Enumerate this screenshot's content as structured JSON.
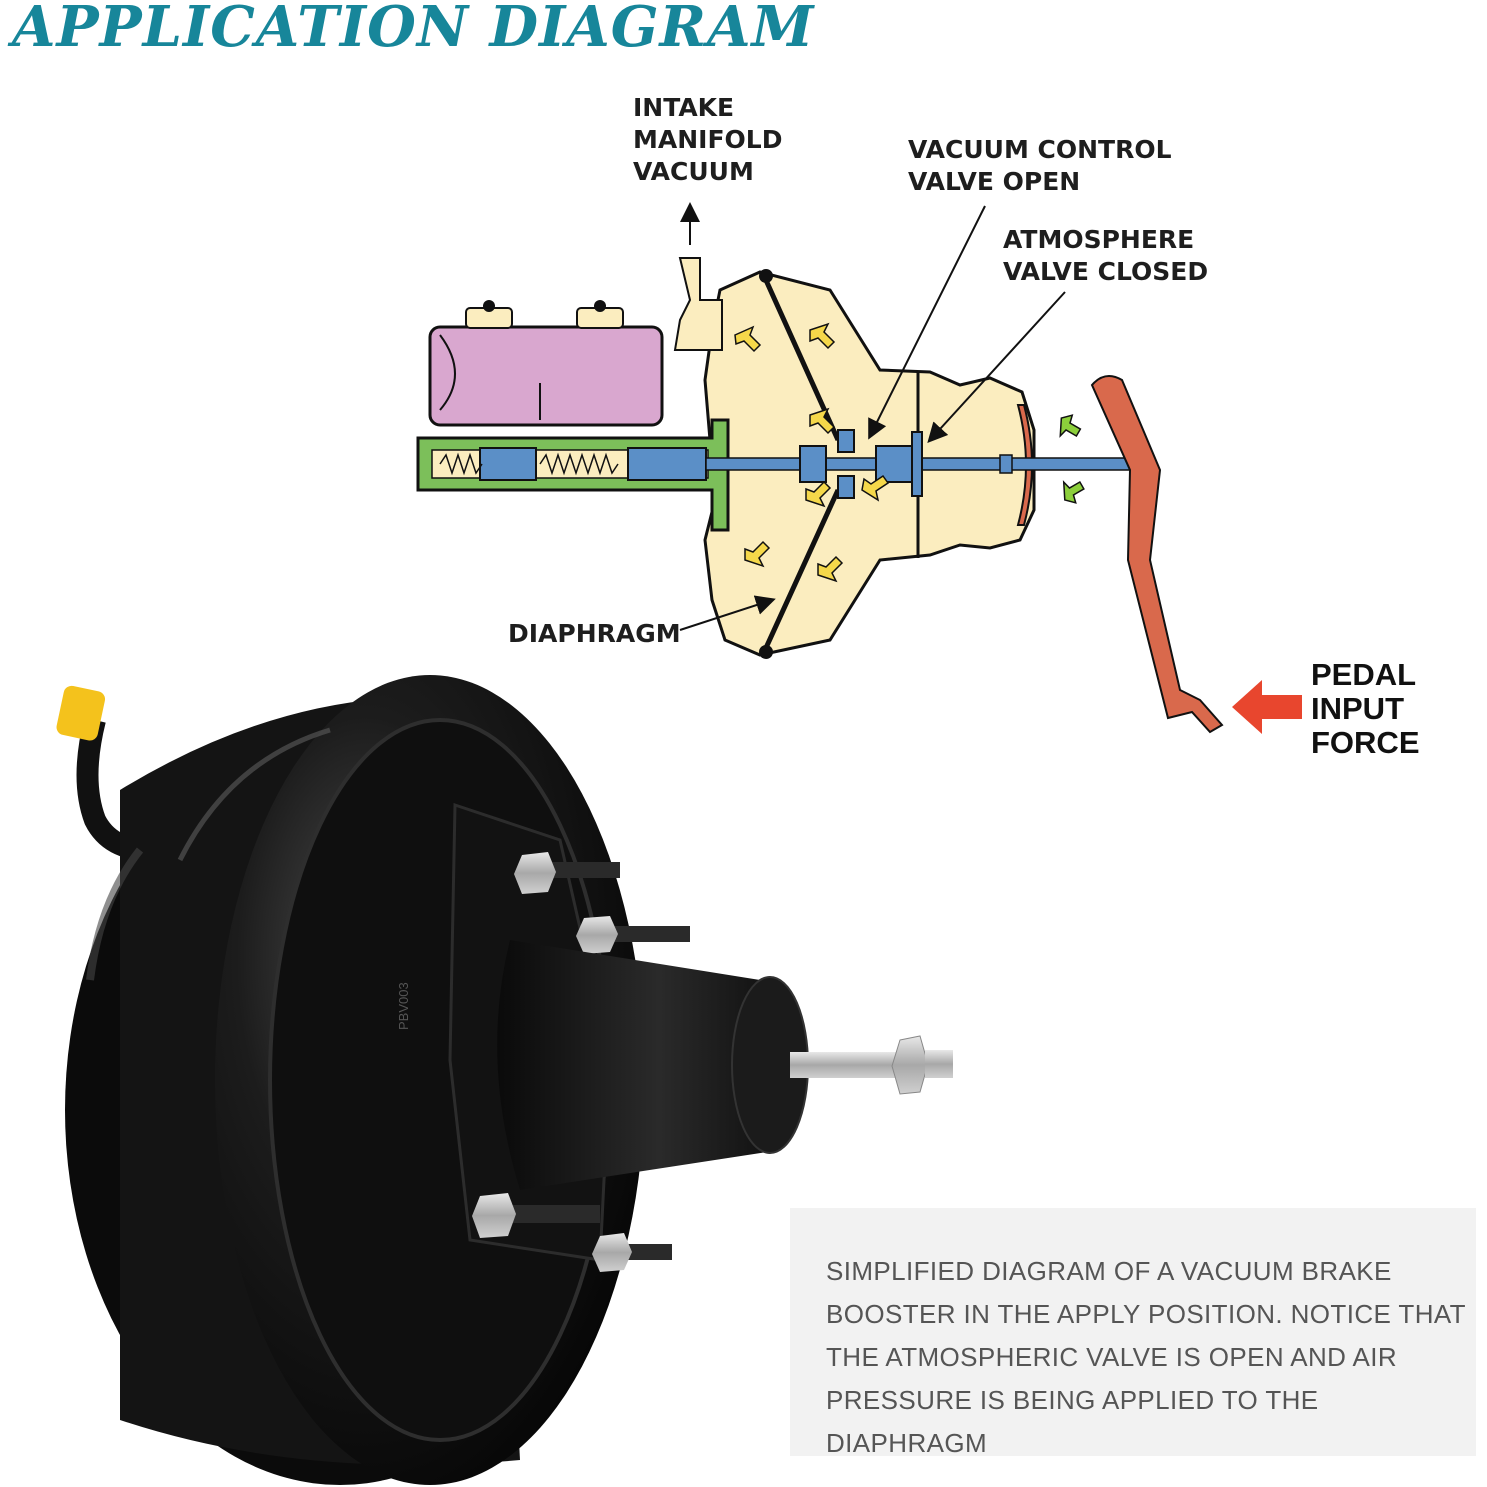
{
  "title": "APPLICATION DIAGRAM",
  "diagram": {
    "labels": {
      "intake": "INTAKE\nMANIFOLD\nVACUUM",
      "vacuum_valve": "VACUUM CONTROL\nVALVE OPEN",
      "atmosphere_valve": "ATMOSPHERE\nVALVE CLOSED",
      "diaphragm": "DIAPHRAGM",
      "pedal_force": "PEDAL\nINPUT\nFORCE"
    },
    "colors": {
      "booster": "#fbedbf",
      "reservoir": "#d9a7cf",
      "master_cylinder": "#7cbf5a",
      "pushrod": "#5b8fc7",
      "pedal": "#d9694c",
      "arrow_yellow": "#f5d84a",
      "arrow_green": "#8ccf3b",
      "force_arrow": "#e8462e"
    }
  },
  "product": {
    "part_marking": "PBV003"
  },
  "description": "SIMPLIFIED DIAGRAM OF A VACUUM BRAKE BOOSTER IN THE APPLY POSITION. NOTICE THAT THE ATMOSPHERIC VALVE IS OPEN AND AIR PRESSURE IS BEING APPLIED TO THE DIAPHRAGM"
}
